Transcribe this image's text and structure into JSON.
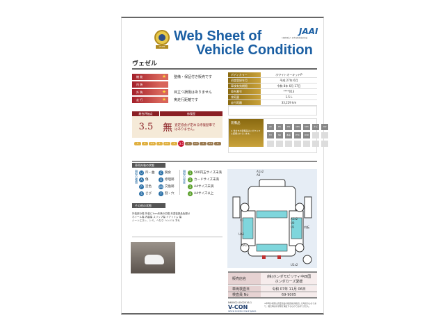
{
  "header": {
    "title_line1": "Web Sheet of",
    "title_line2": "Vehicle Condition",
    "logo_text": "VCON",
    "jaai_logo": "JAAI",
    "jaai_sub": "一般財団法人 日本自動車査定協会"
  },
  "vehicle_name": "ヴェゼル",
  "evaluation_rows": [
    {
      "label": "機 能",
      "star": "★",
      "text": "整備・保証付き販売です"
    },
    {
      "label": "内 装",
      "star": "",
      "text": ""
    },
    {
      "label": "外 装",
      "star": "★",
      "text": "目立つ損傷はありません"
    },
    {
      "label": "走 行",
      "star": "★",
      "text": "実走行距離です"
    }
  ],
  "specs": [
    {
      "label": "ボディカラー",
      "value": "ホワイトオーキッドP"
    },
    {
      "label": "初度登録年月",
      "value": "平成 27年 6月"
    },
    {
      "label": "車検有効期限",
      "value": "令和 8年 6月 17日"
    },
    {
      "label": "車台番号",
      "value": "****013"
    },
    {
      "label": "排気量",
      "value": "1.5 L"
    },
    {
      "label": "走行距離",
      "value": "33,229 km"
    }
  ],
  "score": {
    "header_score": "総合評価点",
    "header_repair": "修復歴",
    "value": "3.5",
    "repair_mark": "無",
    "repair_text": "査定協会が定める修復歴車ではありません。",
    "scale": [
      "S",
      "6",
      "5.5",
      "5",
      "4.5",
      "4",
      "3.5",
      "3",
      "2.5",
      "2",
      "1.5",
      "R"
    ],
    "selected": "3.5"
  },
  "equipment": {
    "label": "装備品",
    "note": "※ 色付きの装備品はこのクルマに装備されています。",
    "items": [
      "AC",
      "PS",
      "PW",
      "ABS",
      "SRS",
      "ナビ",
      "AW",
      "TV",
      "SR",
      "本革",
      "ETC",
      "DVD"
    ],
    "accent": "#a88318"
  },
  "legend": {
    "heading": "車両外装の状態",
    "type_label": "損傷の種類",
    "degree_label": "損傷の程度",
    "types": [
      [
        "U",
        "凹・曲"
      ],
      [
        "C",
        "腐食"
      ],
      [
        "A",
        "傷"
      ],
      [
        "X",
        "修理跡"
      ],
      [
        "P",
        "塗色"
      ],
      [
        "XX",
        "交換跡"
      ],
      [
        "S",
        "さび"
      ],
      [
        "Y",
        "割・穴"
      ]
    ],
    "degrees": [
      [
        "1",
        "500円玉サイズ未満"
      ],
      [
        "2",
        "カードサイズ未満"
      ],
      [
        "3",
        "A4サイズ未満"
      ],
      [
        "4",
        "A4サイズ以上"
      ]
    ]
  },
  "diagram_labels": [
    "A1x2",
    "A0",
    "U1",
    "UA1",
    "UA1",
    "A1x2",
    "U0",
    "U1",
    "U1x2",
    "内板"
  ],
  "other": {
    "heading": "その他の状態",
    "lines": [
      "外装部分傷 外装に1cm未満の凹傷 未塗装部品色褪せ",
      "ホイール傷 内装傷 スリップ傷 ドアトリム 傷",
      "シートにスレ、シミ、ヘたり ハンドル すれ"
    ]
  },
  "dealer": {
    "shop_label": "販売店名",
    "shop_value1": "(株)ホンダモビリティ中四国",
    "shop_value2": "ホンダカーズ愛媛",
    "date_label": "車両検査日",
    "date_value": "令和 07年 11月 06日",
    "inspector_label": "検査員 No",
    "inspector_value": "69-9005"
  },
  "footer": {
    "code": "N60002-0002016-1",
    "brand": "V-CON",
    "brand_sub": "Vehicle Condition Check System",
    "note": "※車両の状態は査定協会の検査員が確認した時点のものであり、販売時点の状態を保証するものではありません。"
  }
}
